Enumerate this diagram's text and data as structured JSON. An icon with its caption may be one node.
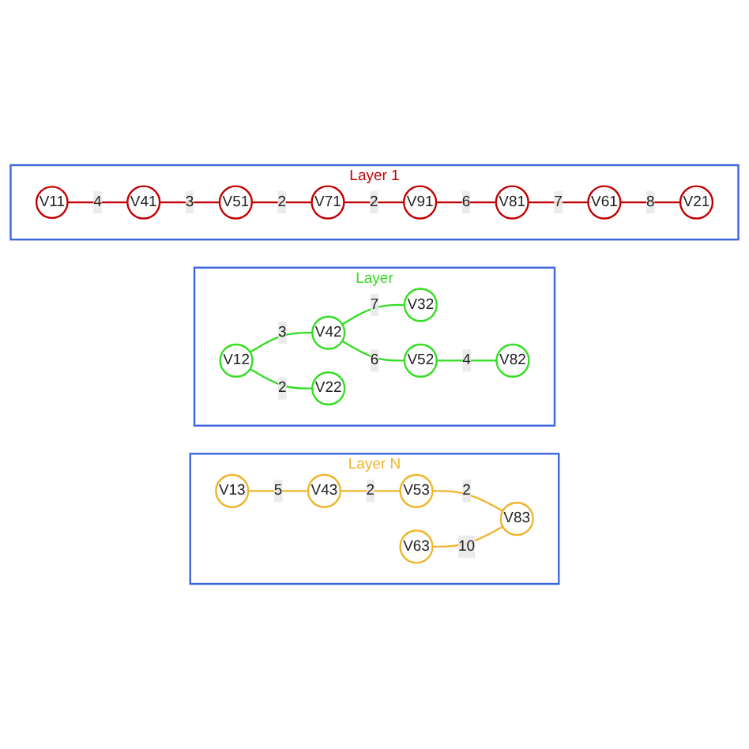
{
  "diagram": {
    "nodes": [
      {
        "text": [
          "Layer 1"
        ]
      },
      {
        "text": [
          "V41"
        ],
        "in": 0
      },
      {
        "text": [
          "V71"
        ],
        "in": 0
      },
      {
        "text": [
          "V91"
        ],
        "in": 0
      },
      {
        "text": [
          "V11"
        ],
        "in": 0
      },
      {
        "text": [
          "V51"
        ],
        "in": 0
      },
      {
        "text": [
          "V81"
        ],
        "in": 0
      },
      {
        "text": [
          "V21"
        ],
        "in": 0
      },
      {
        "text": [
          "V61"
        ],
        "in": 0
      },
      {
        "text": [
          "Layer"
        ]
      },
      {
        "text": [
          "V12"
        ],
        "in": 9
      },
      {
        "text": [
          "V42"
        ],
        "in": 9
      },
      {
        "text": [
          "V82"
        ],
        "in": 9
      },
      {
        "text": [
          "V52"
        ],
        "in": 9
      },
      {
        "text": [
          "V22"
        ],
        "in": 9
      },
      {
        "text": [
          "V32"
        ],
        "in": 9
      },
      {
        "text": [
          "Layer N"
        ]
      },
      {
        "text": [
          "V43"
        ],
        "in": 16
      },
      {
        "text": [
          "V13"
        ],
        "in": 16
      },
      {
        "text": [
          "V53"
        ],
        "in": 16
      },
      {
        "text": [
          "V83"
        ],
        "in": 16
      },
      {
        "text": [
          "V63"
        ],
        "in": 16
      }
    ],
    "edges": [
      {
        "from": 4,
        "to": 1,
        "arrow": "none",
        "label": "4"
      },
      {
        "from": 1,
        "to": 5,
        "arrow": "none",
        "label": "3"
      },
      {
        "from": 5,
        "to": 2,
        "arrow": "none",
        "label": "2"
      },
      {
        "from": 2,
        "to": 3,
        "arrow": "none",
        "label": "2"
      },
      {
        "from": 3,
        "to": 6,
        "arrow": "none",
        "label": "6"
      },
      {
        "from": 6,
        "to": 8,
        "arrow": "none",
        "label": "7"
      },
      {
        "from": 8,
        "to": 7,
        "arrow": "none",
        "label": "8"
      },
      {
        "from": 10,
        "to": 11,
        "arrow": "none",
        "label": "3",
        "color": "#33dd22"
      },
      {
        "from": 10,
        "to": 14,
        "arrow": "none",
        "label": "2",
        "color": "#33dd22"
      },
      {
        "from": 11,
        "to": 15,
        "arrow": "none",
        "label": "7",
        "color": "#33dd22"
      },
      {
        "from": 11,
        "to": 13,
        "arrow": "none",
        "label": "6",
        "color": "#33dd22"
      },
      {
        "from": 13,
        "to": 12,
        "arrow": "none",
        "label": "4",
        "color": "#33dd22"
      },
      {
        "from": 18,
        "to": 17,
        "arrow": "none",
        "label": "5",
        "color": "#f0b429"
      },
      {
        "from": 17,
        "to": 19,
        "arrow": "none",
        "label": "2",
        "color": "#f0b429"
      },
      {
        "from": 19,
        "to": 20,
        "arrow": "none",
        "label": "2",
        "color": "#f0b429"
      },
      {
        "from": 21,
        "to": 20,
        "arrow": "none",
        "label": "10",
        "color": "#f0b429"
      }
    ]
  }
}
